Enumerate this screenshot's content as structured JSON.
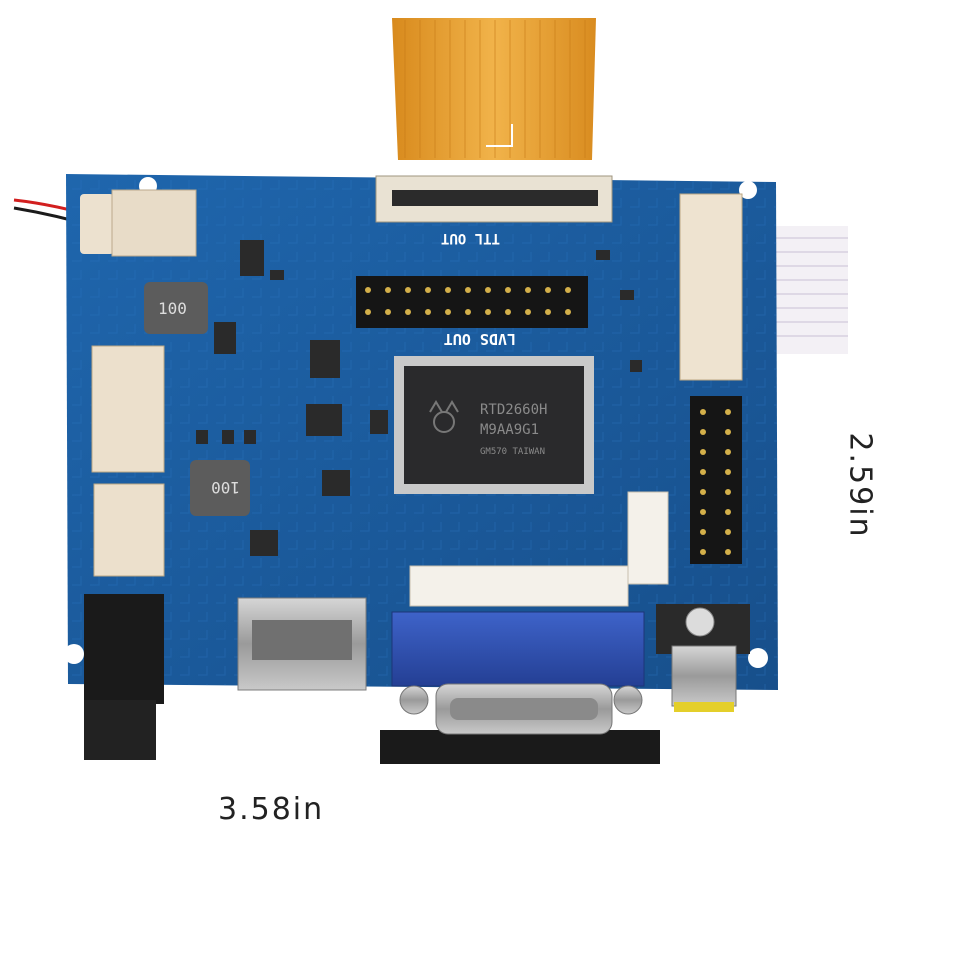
{
  "dimensions": {
    "width": "3.58in",
    "height": "2.59in"
  },
  "board_silkscreen": {
    "ttl_label": "TTL OUT",
    "lvds_label": "LVDS OUT",
    "inductor_1": "100",
    "inductor_2": "100"
  },
  "chip_marking": {
    "line1": "RTD2660H",
    "line2": "M9AA9G1",
    "line3": "GM570 TAIWAN"
  },
  "colors": {
    "pcb": "#1b5fa3",
    "pcb_dark": "#12457a",
    "ribbon": "#e29a2a",
    "vga": "#2e4fb0"
  },
  "icons": [
    "realtek-crab-logo-icon"
  ]
}
